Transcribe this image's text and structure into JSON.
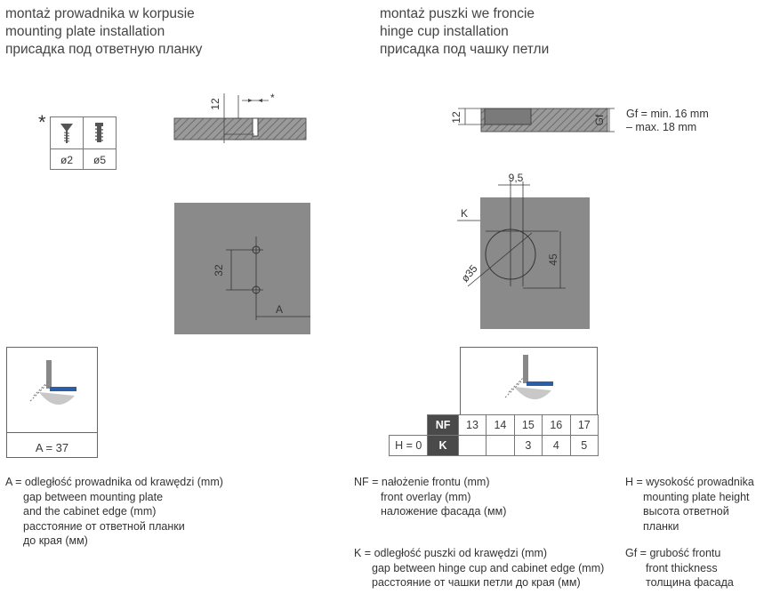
{
  "left_header": {
    "line1": "montaż prowadnika w korpusie",
    "line2": "mounting plate installation",
    "line3": "присадка под ответную планку"
  },
  "right_header": {
    "line1": "montaż puszki we froncie",
    "line2": "hinge cup installation",
    "line3": "присадка под чашку петли"
  },
  "screw_table": {
    "asterisk": "*",
    "col1": "ø2",
    "col2": "ø5"
  },
  "plate_section": {
    "dim_12": "12",
    "asterisk": "*"
  },
  "plate_front": {
    "dim_32": "32",
    "dim_a": "A"
  },
  "plate_result": {
    "value": "A = 37"
  },
  "cup_section": {
    "dim_12": "12",
    "dim_gf": "Gf",
    "note_line1": "Gf = min. 16 mm",
    "note_line2": "– max. 18 mm"
  },
  "cup_front": {
    "dim_95": "9,5",
    "dim_k": "K",
    "dim_45": "45",
    "dim_35": "ø35"
  },
  "nf_table": {
    "nf_label": "NF",
    "k_label": "K",
    "h_label": "H = 0",
    "nf_values": [
      "13",
      "14",
      "15",
      "16",
      "17"
    ],
    "k_values": [
      "",
      "",
      "3",
      "4",
      "5"
    ]
  },
  "legend_a": {
    "line1": "A = odległość prowadnika od krawędzi (mm)",
    "line2": "gap between mounting plate",
    "line3": "and the cabinet edge (mm)",
    "line4": "расстояние от ответной планки",
    "line5": "до края (мм)"
  },
  "legend_nf": {
    "line1": "NF = nałożenie frontu (mm)",
    "line2": "front overlay (mm)",
    "line3": "наложение фасада (мм)"
  },
  "legend_k": {
    "line1": "K = odległość puszki od krawędzi (mm)",
    "line2": "gap between hinge cup and cabinet edge (mm)",
    "line3": "расстояние от чашки петли до края (мм)"
  },
  "legend_h": {
    "line1": "H = wysokość prowadnika",
    "line2": "mounting plate height",
    "line3": "высота ответной",
    "line4": "планки"
  },
  "legend_gf": {
    "line1": "Gf = grubość frontu",
    "line2": "front thickness",
    "line3": "толщина фасада"
  }
}
